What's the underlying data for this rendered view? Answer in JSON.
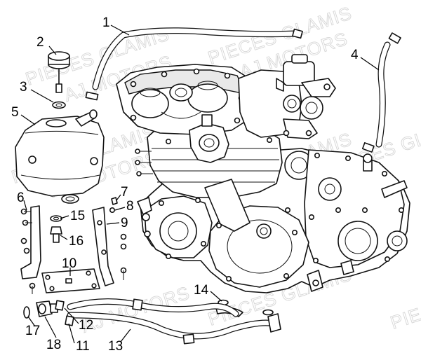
{
  "watermark": {
    "line1": "PIECES GLAMIS",
    "line2": "AJ MOTORS"
  },
  "callouts": [
    {
      "id": "1",
      "label": "1"
    },
    {
      "id": "2",
      "label": "2"
    },
    {
      "id": "3",
      "label": "3"
    },
    {
      "id": "4",
      "label": "4"
    },
    {
      "id": "5",
      "label": "5"
    },
    {
      "id": "6",
      "label": "6"
    },
    {
      "id": "7",
      "label": "7"
    },
    {
      "id": "8",
      "label": "8"
    },
    {
      "id": "9",
      "label": "9"
    },
    {
      "id": "10",
      "label": "10"
    },
    {
      "id": "11",
      "label": "11"
    },
    {
      "id": "12",
      "label": "12"
    },
    {
      "id": "13",
      "label": "13"
    },
    {
      "id": "14",
      "label": "14"
    },
    {
      "id": "15",
      "label": "15"
    },
    {
      "id": "16",
      "label": "16"
    },
    {
      "id": "17",
      "label": "17"
    },
    {
      "id": "18",
      "label": "18"
    }
  ]
}
